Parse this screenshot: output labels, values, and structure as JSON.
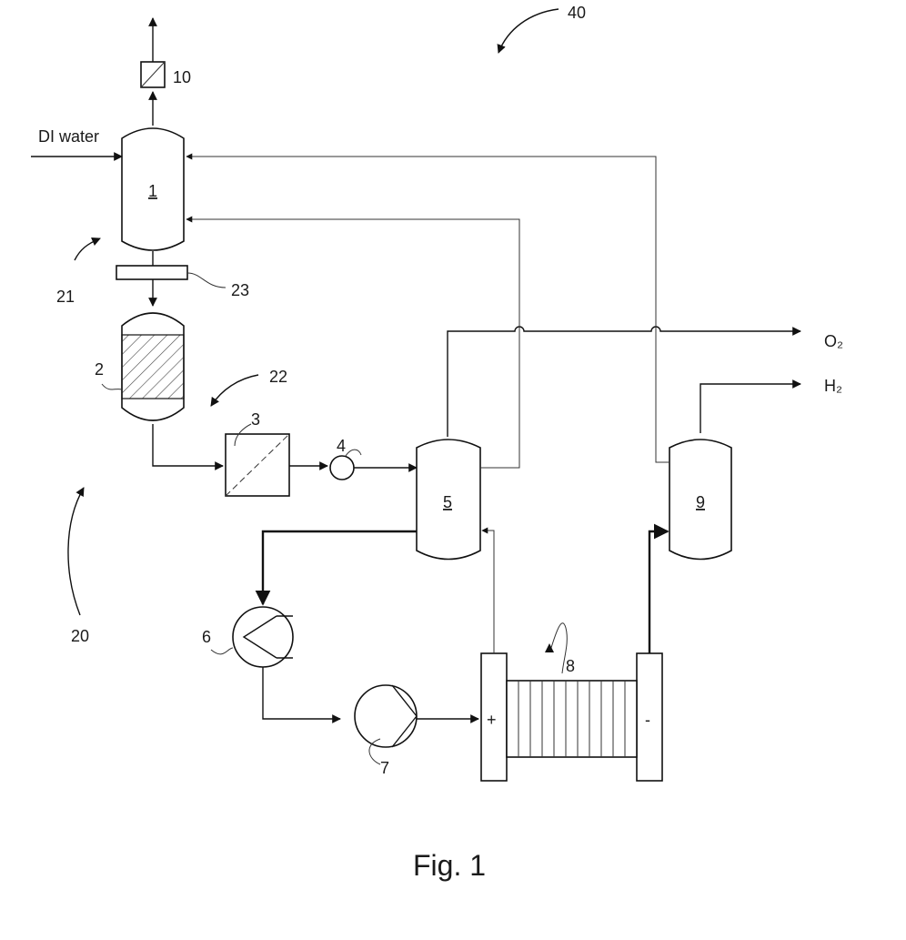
{
  "labels": {
    "di_water": "DI water",
    "o2": "O₂",
    "h2": "H₂",
    "plus": "+",
    "minus": "-"
  },
  "components": {
    "vessel_1": "1",
    "column_2": "2",
    "filter_3": "3",
    "pump_4": "4",
    "separator_5": "5",
    "heat_exchanger_6": "6",
    "pump_7": "7",
    "electrolyzer_8": "8",
    "separator_9": "9",
    "filter_10": "10"
  },
  "references": {
    "ref_20": "20",
    "ref_21": "21",
    "ref_22": "22",
    "ref_23": "23",
    "ref_40": "40"
  },
  "caption": "Fig. 1",
  "colors": {
    "line": "#111111",
    "background": "#ffffff"
  }
}
